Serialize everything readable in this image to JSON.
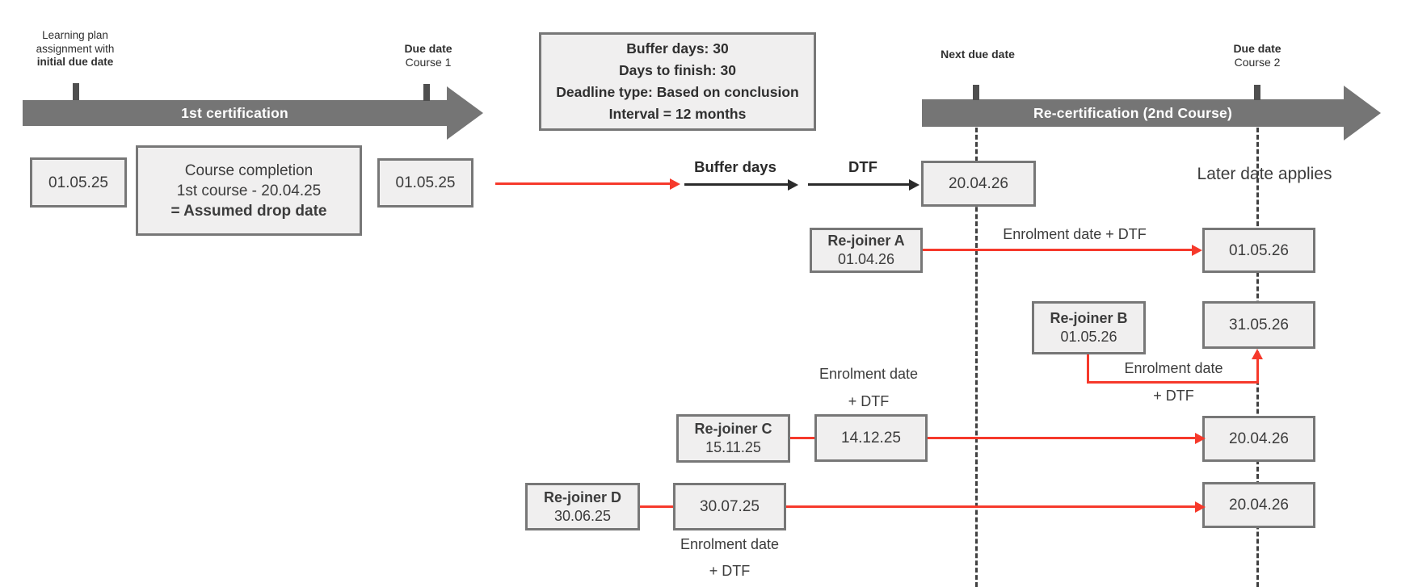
{
  "palette": {
    "accent_red": "#f6392b",
    "arrow_gray": "#757575",
    "box_bg": "#f0efef",
    "box_border": "#777777",
    "text_dark": "#3c3c3c",
    "black": "#2b2b2b",
    "dash": "#404040"
  },
  "timeline1": {
    "title": "1st certification",
    "start_label_line1": "Learning plan",
    "start_label_line2": "assignment with",
    "start_label_line3": "initial due date",
    "end_label_title": "Due date",
    "end_label_sub": "Course 1",
    "assignment_date_box": "01.05.25",
    "completion_box_line1": "Course completion",
    "completion_box_line2": "1st course - 20.04.25",
    "completion_box_line3": "= Assumed drop date",
    "due_date_box": "01.05.25"
  },
  "rules_box": {
    "line1": "Buffer days: 30",
    "line2": "Days to finish: 30",
    "line3": "Deadline type: Based on conclusion",
    "line4": "Interval = 12 months"
  },
  "flow": {
    "buffer_label": "Buffer days",
    "dtf_label": "DTF",
    "next_due_date_box": "20.04.26"
  },
  "timeline2": {
    "title": "Re-certification (2nd Course)",
    "start_label": "Next due date",
    "end_label_title": "Due date",
    "end_label_sub": "Course 2",
    "note": "Later date applies"
  },
  "rejoiners": {
    "a": {
      "name": "Re-joiner A",
      "date": "01.04.26",
      "label": "Enrolment date + DTF",
      "result": "01.05.26"
    },
    "b": {
      "name": "Re-joiner B",
      "date": "01.05.26",
      "label_line1": "Enrolment date",
      "label_line2": "+ DTF",
      "result": "31.05.26"
    },
    "c": {
      "name": "Re-joiner C",
      "date": "15.11.25",
      "mid_date": "14.12.25",
      "label_line1": "Enrolment date",
      "label_line2": "+ DTF",
      "result": "20.04.26"
    },
    "d": {
      "name": "Re-joiner D",
      "date": "30.06.25",
      "mid_date": "30.07.25",
      "label_line1": "Enrolment date",
      "label_line2": "+ DTF",
      "result": "20.04.26"
    }
  }
}
